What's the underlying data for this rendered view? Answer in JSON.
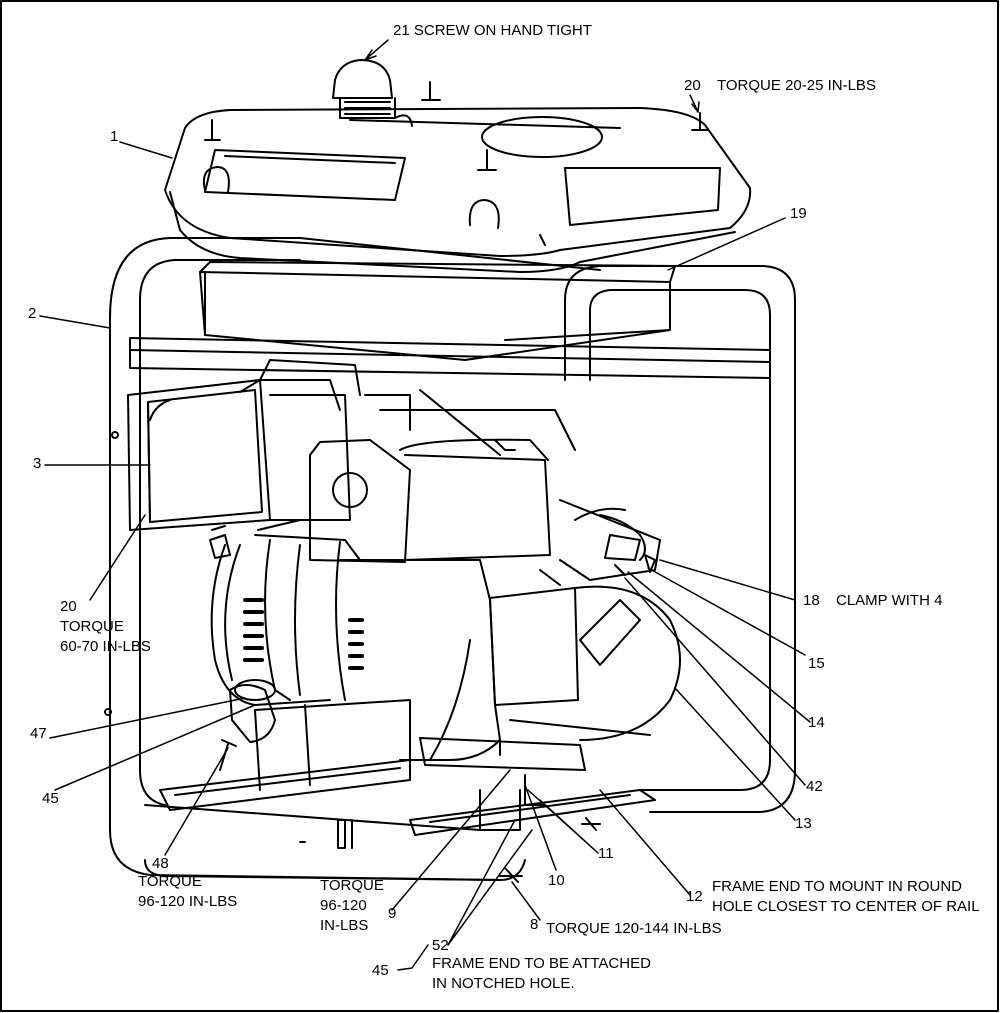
{
  "callouts": {
    "c21": "21 SCREW ON HAND TIGHT",
    "c20top": "20",
    "c20top_note": "TORQUE 20-25 IN-LBS",
    "c1": "1",
    "c19": "19",
    "c2": "2",
    "c3": "3",
    "c20left": "20",
    "c20left_t": "TORQUE",
    "c20left_v": "60-70 IN-LBS",
    "c18": "18",
    "c18_note": "CLAMP WITH 4",
    "c15": "15",
    "c14": "14",
    "c42": "42",
    "c13": "13",
    "c47": "47",
    "c45a": "45",
    "c48": "48",
    "c48_t": "TORQUE",
    "c48_v": "96-120 IN-LBS",
    "c9_t": "TORQUE",
    "c9_v1": "96-120",
    "c9_v2": "IN-LBS",
    "c9": "9",
    "c10": "10",
    "c11": "11",
    "c12": "12",
    "c12_l1": "FRAME END TO MOUNT IN ROUND",
    "c12_l2": "HOLE CLOSEST TO CENTER OF RAIL",
    "c8": "8",
    "c8_note": "TORQUE 120-144 IN-LBS",
    "c52": "52",
    "c45b": "45",
    "c45b_l1": "FRAME END TO BE ATTACHED",
    "c45b_l2": "IN NOTCHED HOLE."
  }
}
